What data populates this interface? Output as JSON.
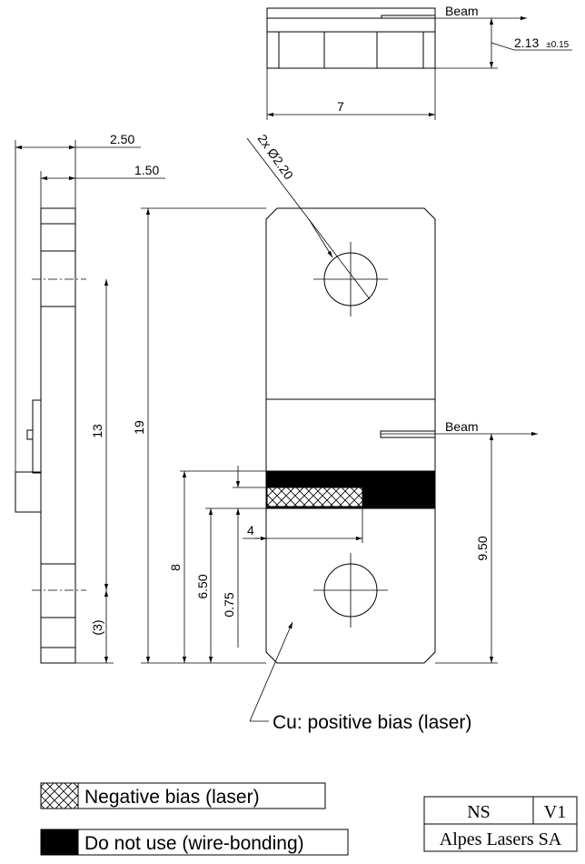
{
  "top_view": {
    "beam_label": "Beam",
    "height_value": "2.13",
    "height_tolerance": "±0.15",
    "width_value": "7"
  },
  "side_view": {
    "total_thickness": "2.50",
    "step_thickness": "1.50",
    "hole_spacing": "13",
    "edge_offset": "(3)"
  },
  "front_view": {
    "hole_callout": "2x Ø2.20",
    "overall_length": "19",
    "beam_label": "Beam",
    "beam_height": "9.50",
    "dim_8": "8",
    "dim_6_50": "6.50",
    "dim_0_75": "0.75",
    "dim_4": "4",
    "cu_note": "Cu: positive bias (laser)"
  },
  "legend": {
    "negative_bias": "Negative bias (laser)",
    "do_not_use": "Do not use (wire-bonding)"
  },
  "title_block": {
    "code": "NS",
    "version": "V1",
    "company": "Alpes Lasers SA"
  }
}
